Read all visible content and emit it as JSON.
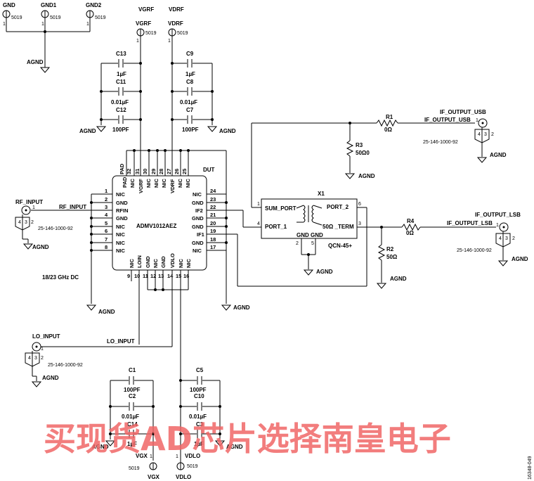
{
  "diagram": {
    "ground_pins": [
      {
        "name": "GND",
        "part": "5019",
        "pin": "1"
      },
      {
        "name": "GND1",
        "part": "5019",
        "pin": "1"
      },
      {
        "name": "GND2",
        "part": "5019",
        "pin": "1"
      }
    ],
    "agnd": "AGND",
    "supplies": {
      "vgrf": {
        "label": "VGRF",
        "net": "VGRF",
        "part": "5019",
        "pin": "1"
      },
      "vdrf": {
        "label": "VDRF",
        "net": "VDRF",
        "part": "5019",
        "pin": "1"
      },
      "vgx": {
        "label": "VGX",
        "net": "VGX",
        "part": "5019",
        "pin": "1"
      },
      "vdlo": {
        "label": "VDLO",
        "net": "VDLO",
        "part": "5019",
        "pin": "1"
      }
    },
    "capacitors": {
      "c13": {
        "ref": "C13",
        "value": "1µF"
      },
      "c11": {
        "ref": "C11",
        "value": "0.01µF"
      },
      "c12": {
        "ref": "C12",
        "value": "100PF"
      },
      "c9": {
        "ref": "C9",
        "value": "1µF"
      },
      "c8": {
        "ref": "C8",
        "value": "0.01µF"
      },
      "c7": {
        "ref": "C7",
        "value": "100PF"
      },
      "c1": {
        "ref": "C1",
        "value": "100PF"
      },
      "c2": {
        "ref": "C2",
        "value": "0.01µF"
      },
      "c14": {
        "ref": "C14",
        "value": "1µF"
      },
      "c5": {
        "ref": "C5",
        "value": "100PF"
      },
      "c10": {
        "ref": "C10",
        "value": "0.01µF"
      },
      "c3": {
        "ref": "C3",
        "value": "1µF"
      }
    },
    "chip": {
      "name": "ADMV1012AEZ",
      "ref": "DUT",
      "note": "18/23 GHz DC",
      "left_pins": [
        {
          "num": "1",
          "name": "NIC"
        },
        {
          "num": "2",
          "name": "GND"
        },
        {
          "num": "3",
          "name": "RFIN"
        },
        {
          "num": "4",
          "name": "GND"
        },
        {
          "num": "5",
          "name": "NIC"
        },
        {
          "num": "6",
          "name": "NIC"
        },
        {
          "num": "7",
          "name": "NIC"
        },
        {
          "num": "8",
          "name": "NIC"
        }
      ],
      "right_pins": [
        {
          "num": "24",
          "name": "NIC"
        },
        {
          "num": "23",
          "name": "GND"
        },
        {
          "num": "22",
          "name": "IF2"
        },
        {
          "num": "21",
          "name": "GND"
        },
        {
          "num": "20",
          "name": "GND"
        },
        {
          "num": "19",
          "name": "IF1"
        },
        {
          "num": "18",
          "name": "GND"
        },
        {
          "num": "17",
          "name": "NIC"
        }
      ],
      "top_pins": [
        {
          "num": "32",
          "name": "NIC"
        },
        {
          "num": "31",
          "name": "VGRF"
        },
        {
          "num": "30",
          "name": "NIC"
        },
        {
          "num": "29",
          "name": "NIC"
        },
        {
          "num": "28",
          "name": "NIC"
        },
        {
          "num": "27",
          "name": "VDRF"
        },
        {
          "num": "26",
          "name": "NIC"
        },
        {
          "num": "25",
          "name": "NIC"
        }
      ],
      "pad": {
        "name": "PAD",
        "name2": "PAD"
      },
      "bottom_pins": [
        {
          "num": "9",
          "name": "NIC"
        },
        {
          "num": "10",
          "name": "LOIN"
        },
        {
          "num": "11",
          "name": "GND"
        },
        {
          "num": "12",
          "name": "NIC"
        },
        {
          "num": "13",
          "name": "GND"
        },
        {
          "num": "14",
          "name": "VDLO"
        },
        {
          "num": "15",
          "name": "NIC"
        },
        {
          "num": "16",
          "name": "NIC"
        }
      ]
    },
    "connectors": {
      "rf": {
        "net": "RF_INPUT",
        "port": "RF_INPUT",
        "part": "25-146-1000-92",
        "pins": [
          "1",
          "4",
          "3",
          "2"
        ]
      },
      "lo": {
        "net": "LO_INPUT",
        "port": "LO_INPUT",
        "part": "25-146-1000-92",
        "pins": [
          "1",
          "4",
          "3",
          "2"
        ]
      },
      "usb": {
        "net": "IF_OUTPUT_USB",
        "port": "IF_OUTPUT_USB",
        "part": "25-146-1000-92",
        "pins": [
          "1",
          "4",
          "3",
          "2"
        ]
      },
      "lsb": {
        "net": "IF_OUTPUT_LSB",
        "port": "IF_OUTPUT_LSB",
        "part": "25-146-1000-92",
        "pins": [
          "1",
          "4",
          "3",
          "2"
        ]
      }
    },
    "resistors": {
      "r1": {
        "ref": "R1",
        "value": "0Ω"
      },
      "r3": {
        "ref": "R3",
        "value": "50Ω0"
      },
      "r4": {
        "ref": "R4",
        "value": "0Ω"
      },
      "r2": {
        "ref": "R2",
        "value": "50Ω"
      }
    },
    "hybrid": {
      "ref": "X1",
      "part": "QCN-45+",
      "sum_port": "SUM_PORT",
      "port1": "PORT_1",
      "port2": "PORT_2",
      "term": "50Ω _TERM",
      "gnd1": "GND",
      "gnd2": "GND",
      "pin_sum": "1",
      "pin_port1": "4",
      "pin_port2": "6",
      "pin_term": "3",
      "pin_gnd1": "2",
      "pin_gnd2": "5"
    },
    "figure_id": "16348-049",
    "watermark": "买现货AD芯片选择南皇电子"
  }
}
